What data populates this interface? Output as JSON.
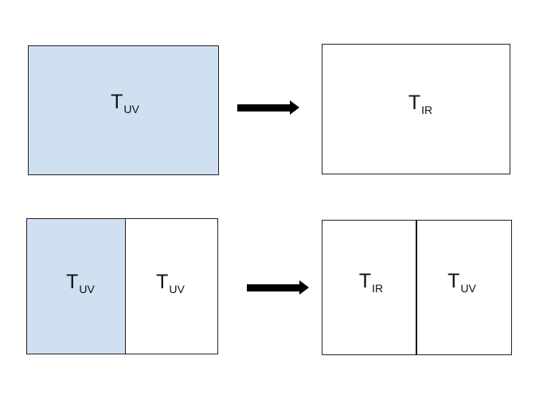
{
  "diagram": {
    "top_row": {
      "left_box": {
        "symbol": "T",
        "subscript": "UV",
        "fill": "#cfe0f1"
      },
      "right_box": {
        "symbol": "T",
        "subscript": "IR",
        "fill": "#ffffff"
      }
    },
    "bottom_row": {
      "left_box": {
        "left_panel": {
          "symbol": "T",
          "subscript": "UV",
          "fill": "#cfe0f1"
        },
        "right_panel": {
          "symbol": "T",
          "subscript": "UV",
          "fill": "#ffffff"
        }
      },
      "right_box": {
        "left_panel": {
          "symbol": "T",
          "subscript": "IR",
          "fill": "#ffffff"
        },
        "right_panel": {
          "symbol": "T",
          "subscript": "UV",
          "fill": "#ffffff"
        }
      }
    },
    "arrow_color": "#000000",
    "border_color": "#222222"
  }
}
